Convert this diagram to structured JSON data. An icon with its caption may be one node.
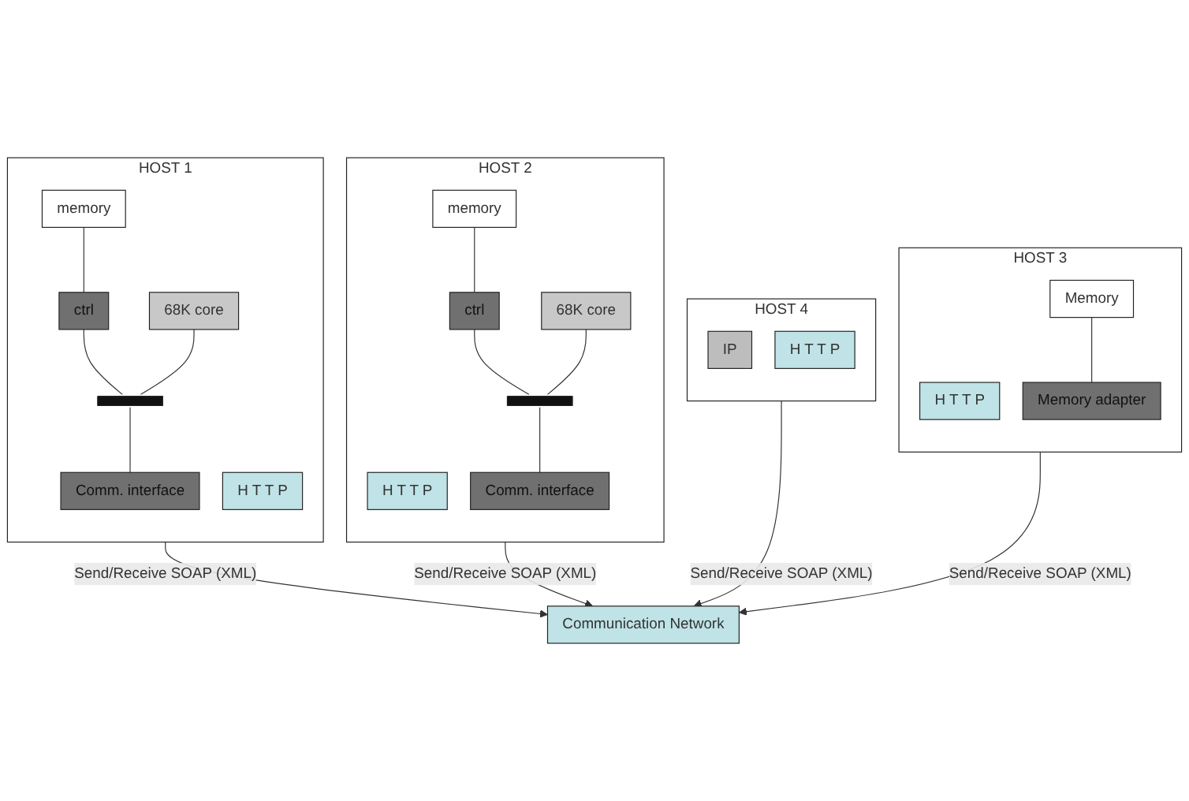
{
  "diagram": {
    "nodes": [
      {
        "text": [
          "HOST 1"
        ]
      },
      {
        "text": [
          "memory"
        ],
        "in": 0
      },
      {
        "text": [
          "ctrl"
        ],
        "in": 0
      },
      {
        "text": [
          "68K core"
        ],
        "in": 0
      },
      {
        "text": [],
        "shape": "bar",
        "in": 0
      },
      {
        "text": [
          "Comm. interface"
        ],
        "in": 0
      },
      {
        "text": [
          "H T T P"
        ],
        "in": 0
      },
      {
        "text": [
          "HOST 2"
        ]
      },
      {
        "text": [
          "H T T P"
        ],
        "in": 7
      },
      {
        "text": [
          "memory"
        ],
        "in": 7
      },
      {
        "text": [
          "ctrl"
        ],
        "in": 7
      },
      {
        "text": [
          "68K core"
        ],
        "in": 7
      },
      {
        "text": [],
        "shape": "bar",
        "in": 7
      },
      {
        "text": [
          "Comm. interface"
        ],
        "in": 7
      },
      {
        "text": [
          "Communication Network"
        ]
      },
      {
        "text": [
          "HOST 4"
        ]
      },
      {
        "text": [
          "IP"
        ],
        "in": 15
      },
      {
        "text": [
          "H T T P"
        ],
        "in": 15
      },
      {
        "text": [
          "HOST 3"
        ]
      },
      {
        "text": [
          "H T T P"
        ],
        "in": 18
      },
      {
        "text": [
          "Memory"
        ],
        "in": 18
      },
      {
        "text": [
          "Memory adapter"
        ],
        "in": 18
      }
    ],
    "edges": [
      {
        "from": 1,
        "to": 2,
        "arrow": "none"
      },
      {
        "from": 2,
        "to": 4,
        "arrow": "none"
      },
      {
        "from": 3,
        "to": 4,
        "arrow": "none"
      },
      {
        "from": 4,
        "to": 5,
        "arrow": "none"
      },
      {
        "from": 9,
        "to": 10,
        "arrow": "none"
      },
      {
        "from": 10,
        "to": 12,
        "arrow": "none"
      },
      {
        "from": 11,
        "to": 12,
        "arrow": "none"
      },
      {
        "from": 12,
        "to": 13,
        "arrow": "none"
      },
      {
        "from": 20,
        "to": 21,
        "arrow": "none"
      },
      {
        "from": 0,
        "to": 14,
        "arrow": "to",
        "label": "Send/Receive SOAP (XML)"
      },
      {
        "from": 7,
        "to": 14,
        "arrow": "to",
        "label": "Send/Receive SOAP (XML)"
      },
      {
        "from": 15,
        "to": 14,
        "arrow": "to",
        "label": "Send/Receive SOAP (XML)"
      },
      {
        "from": 18,
        "to": 14,
        "arrow": "to",
        "label": "Send/Receive SOAP (XML)"
      }
    ]
  }
}
